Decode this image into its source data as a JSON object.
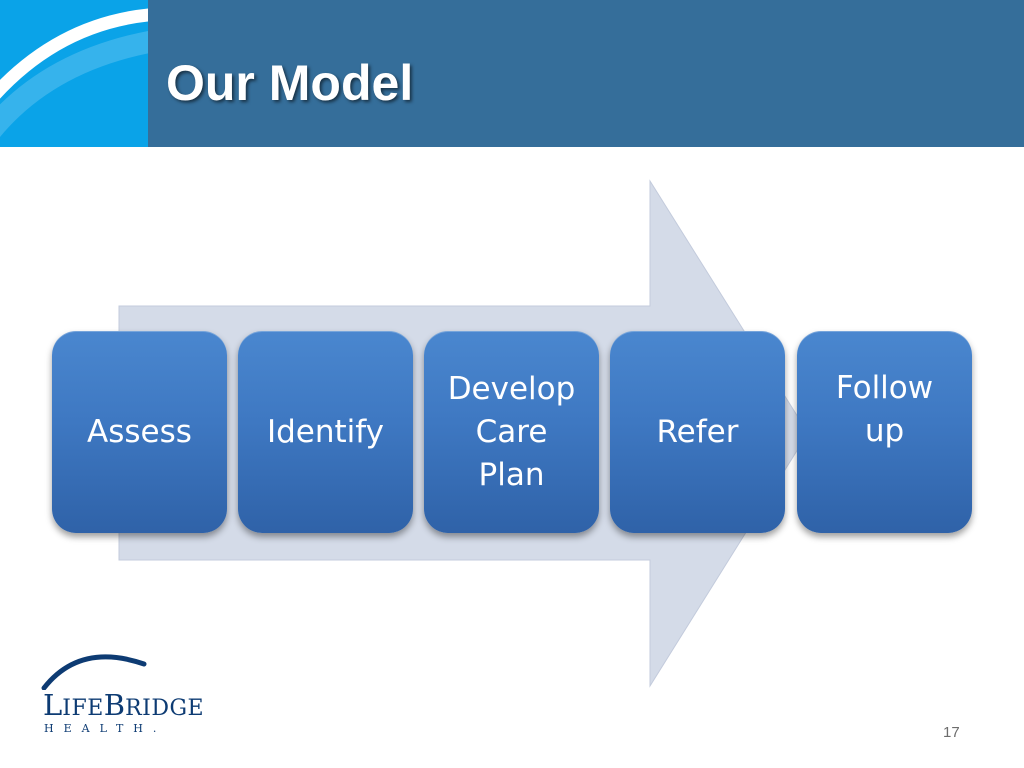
{
  "slide": {
    "title": "Our Model",
    "page_number": "17"
  },
  "process": {
    "steps": [
      {
        "label": "Assess"
      },
      {
        "label": "Identify"
      },
      {
        "label": "Develop\nCare\nPlan"
      },
      {
        "label": "Refer"
      },
      {
        "label": "Follow\nup"
      }
    ]
  },
  "logo": {
    "name_cap_l": "L",
    "name_ife": "IFE",
    "name_cap_b": "B",
    "name_ridge": "RIDGE",
    "subtitle": "HEALTH."
  },
  "colors": {
    "header_blue": "#356e9a",
    "header_corner": "#0aa3e8",
    "arrow_fill": "#d4dbe8",
    "step_blue": "#3e78c2",
    "logo_navy": "#0d3b73"
  }
}
